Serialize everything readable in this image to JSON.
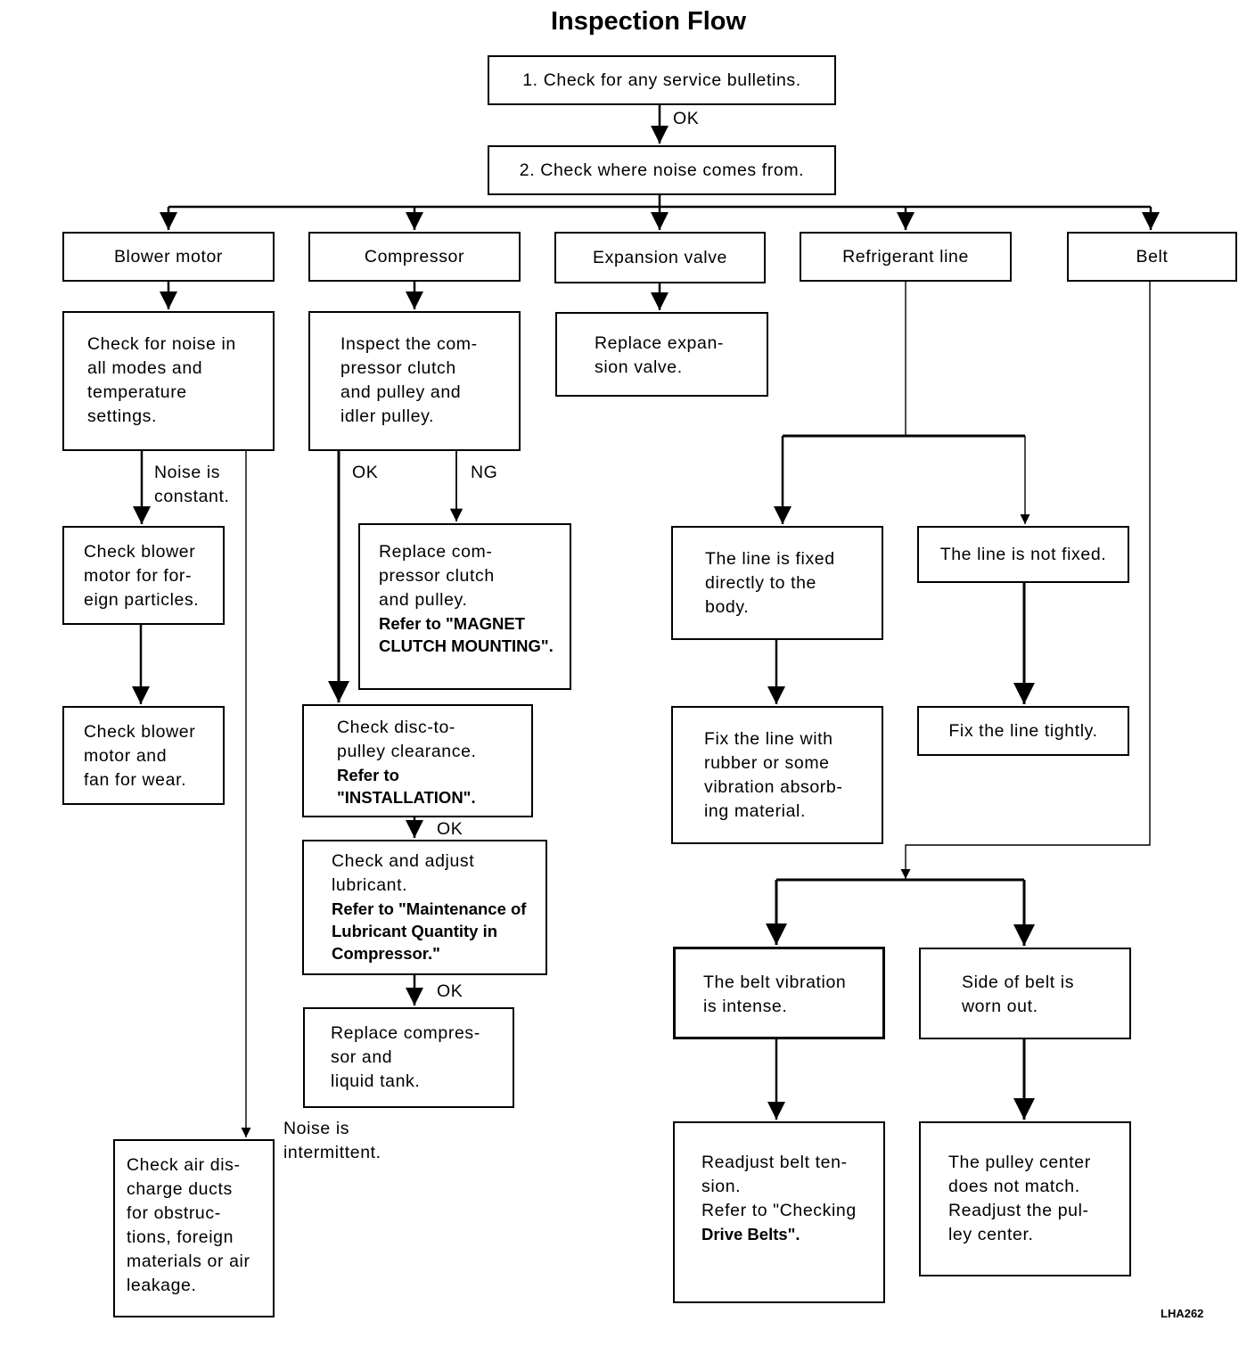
{
  "title": "Inspection Flow",
  "figure_code": "LHA262",
  "steps": {
    "step1": "1. Check for any service bulletins.",
    "step2": "2. Check where noise comes from."
  },
  "sources": {
    "blower_motor": "Blower motor",
    "compressor": "Compressor",
    "expansion_valve": "Expansion valve",
    "refrigerant_line": "Refrigerant line",
    "belt": "Belt"
  },
  "blower": {
    "check_noise": [
      "Check for noise in",
      "all modes and",
      "temperature",
      "settings."
    ],
    "foreign_particles": [
      "Check blower",
      "motor for for-",
      "eign particles."
    ],
    "fan_wear": [
      "Check blower",
      "motor and",
      "fan for wear."
    ],
    "air_ducts": [
      "Check air dis-",
      "charge ducts",
      "for obstruc-",
      "tions, foreign",
      "materials or air",
      "leakage."
    ],
    "noise_constant": [
      "Noise is",
      "constant."
    ],
    "noise_intermittent": [
      "Noise is",
      "intermittent."
    ]
  },
  "compressor": {
    "inspect": [
      "Inspect the com-",
      "pressor clutch",
      "and pulley and",
      "idler pulley."
    ],
    "replace_clutch": [
      "Replace com-",
      "pressor clutch",
      "and pulley."
    ],
    "replace_clutch_ref": [
      "Refer to \"MAGNET",
      "CLUTCH MOUNTING\"."
    ],
    "disc_clearance": [
      "Check disc-to-",
      "pulley clearance."
    ],
    "disc_clearance_ref": [
      "Refer to",
      "\"INSTALLATION\"."
    ],
    "lubricant": [
      "Check and adjust",
      "lubricant."
    ],
    "lubricant_ref": [
      "Refer to \"Maintenance of",
      "Lubricant Quantity in",
      "Compressor.\""
    ],
    "replace_compressor": [
      "Replace compres-",
      "sor and",
      "liquid tank."
    ]
  },
  "expansion": {
    "replace_valve": [
      "Replace expan-",
      "sion valve."
    ]
  },
  "refrigerant": {
    "fixed": [
      "The line is fixed",
      "directly to the",
      "body."
    ],
    "not_fixed": "The line is not fixed.",
    "fix_rubber": [
      "Fix the line with",
      "rubber or some",
      "vibration absorb-",
      "ing material."
    ],
    "fix_tightly": "Fix the line tightly."
  },
  "belt": {
    "vibration": [
      "The belt vibration",
      "is intense."
    ],
    "worn": [
      "Side of belt is",
      "worn out."
    ],
    "readjust_tension": [
      "Readjust belt ten-",
      "sion.",
      "Refer to \"Checking"
    ],
    "readjust_tension_ref": "Drive Belts\".",
    "pulley_center": [
      "The pulley center",
      "does not match.",
      "Readjust the pul-",
      "ley center."
    ]
  },
  "labels": {
    "ok": "OK",
    "ng": "NG"
  }
}
